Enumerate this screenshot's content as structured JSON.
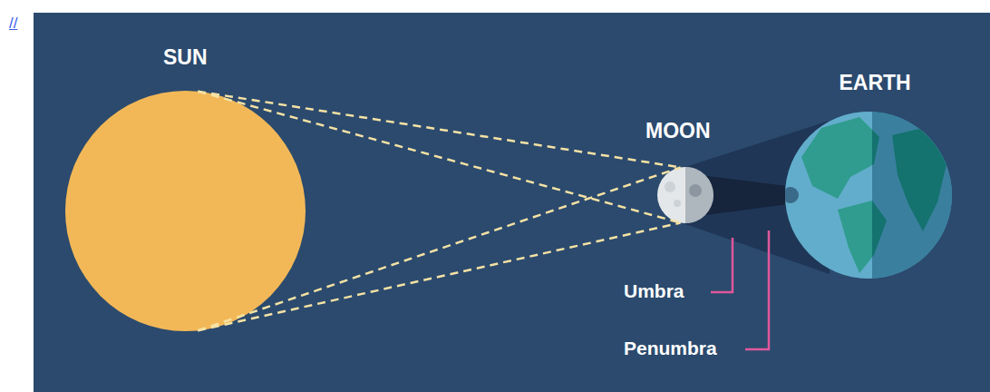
{
  "diagram": {
    "nodes": [
      {
        "text": [
          "SUN"
        ]
      },
      {
        "text": [
          "MOON"
        ]
      },
      {
        "text": [
          "EARTH"
        ]
      }
    ],
    "edges": [
      {
        "from": 0,
        "to": 1,
        "arrow": "none"
      },
      {
        "from": 0,
        "to": 1,
        "arrow": "none"
      },
      {
        "from": 0,
        "to": 1,
        "arrow": "none"
      },
      {
        "from": 0,
        "to": 1,
        "arrow": "none"
      }
    ],
    "labels": [
      "//",
      "Umbra",
      "Penumbra"
    ]
  }
}
